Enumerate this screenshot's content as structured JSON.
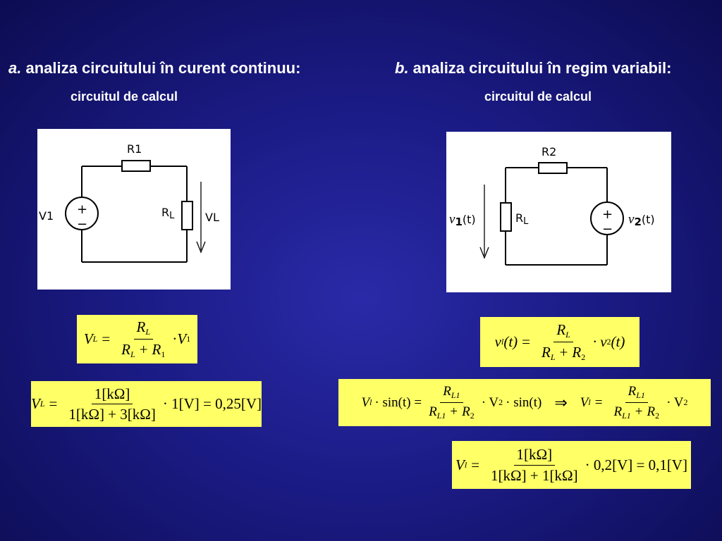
{
  "left": {
    "heading_letter": "a.",
    "heading_text": " analiza circuitului în curent continuu:",
    "subtitle": "circuitul de calcul",
    "circuit": {
      "resistor_top": "R1",
      "source": "V1",
      "load_main": "R",
      "load_sub": "L",
      "voltage": "VL",
      "plus": "+",
      "minus": "−"
    },
    "eq1": {
      "lhs": "V",
      "lhs_sub": "L",
      "eq": "=",
      "num": "R",
      "num_sub": "L",
      "den_a": "R",
      "den_a_sub": "L",
      "den_plus": "+",
      "den_b": "R",
      "den_b_sub": "1",
      "dot": "·",
      "rhs": "V",
      "rhs_sub": "1"
    },
    "eq2": {
      "lhs": "V",
      "lhs_sub": "L",
      "eq": "=",
      "num": "1[kΩ]",
      "den": "1[kΩ] + 3[kΩ]",
      "rhs": "· 1[V] = 0,25[V]"
    }
  },
  "right": {
    "heading_letter": "b.",
    "heading_text": " analiza circuitului în regim variabil:",
    "subtitle": "circuitul de calcul",
    "circuit": {
      "resistor_top": "R2",
      "load_main": "R",
      "load_sub": "L",
      "v1_main": "v",
      "v1_sub": "1",
      "v1_arg": "(t)",
      "v2_main": "v",
      "v2_sub": "2",
      "v2_arg": "(t)",
      "plus": "+",
      "minus": "−"
    },
    "eq1": {
      "lhs": "v",
      "lhs_sub": "l",
      "lhs_arg": "(t)",
      "eq": "=",
      "num": "R",
      "num_sub": "L",
      "den_a": "R",
      "den_a_sub": "L",
      "den_plus": "+",
      "den_b": "R",
      "den_b_sub": "2",
      "dot": "·",
      "rhs": "v",
      "rhs_sub": "2",
      "rhs_arg": "(t)"
    },
    "eq2": {
      "part1_lhs": "V",
      "part1_lhs_sub": "l",
      "part1_sin": "· sin(t) =",
      "num": "R",
      "num_sub": "L1",
      "den_a": "R",
      "den_a_sub": "L1",
      "den_plus": "+",
      "den_b": "R",
      "den_b_sub": "2",
      "part1_rhs": "· V",
      "part1_rhs_sub": "2",
      "part1_rhs_sin": "· sin(t)",
      "implies": "⇒",
      "part2_lhs": "V",
      "part2_lhs_sub": "l",
      "part2_eq": "=",
      "num2": "R",
      "num2_sub": "L1",
      "den2_a": "R",
      "den2_a_sub": "L1",
      "den2_plus": "+",
      "den2_b": "R",
      "den2_b_sub": "2",
      "part2_rhs": "· V",
      "part2_rhs_sub": "2"
    },
    "eq3": {
      "lhs": "V",
      "lhs_sub": "l",
      "eq": "=",
      "num": "1[kΩ]",
      "den": "1[kΩ] + 1[kΩ]",
      "rhs": "· 0,2[V] = 0,1[V]"
    }
  }
}
